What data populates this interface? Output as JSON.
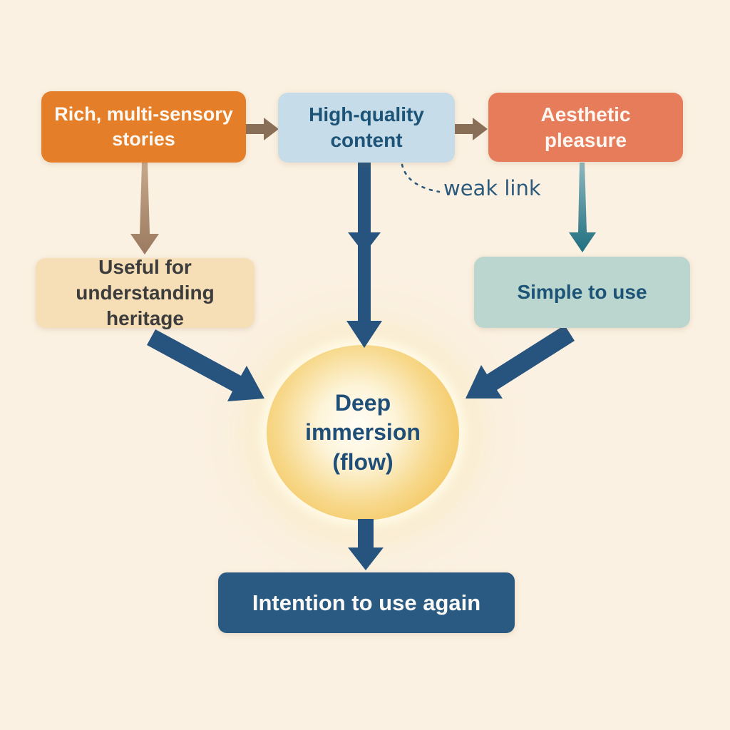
{
  "diagram": {
    "type": "flow-diagram",
    "description_visible_only": "causal flow diagram of immersion factors"
  },
  "colors": {
    "background": "#FBF1E2",
    "node_orange": "#E57E28",
    "node_lightblue": "#C6DDE9",
    "node_coral": "#E77C5B",
    "node_tan": "#F6DEB6",
    "node_teal_light": "#BAD6CE",
    "node_navy": "#2A5A82",
    "circle_gold": "#F2BE4C",
    "circle_gold_mid": "#F7D88A",
    "circle_center": "#FFFDF6",
    "text_dark_blue": "#1D5377",
    "text_dark": "#3C3C3C",
    "text_circle": "#1F4E78",
    "arrow_brown": "#8A6F58",
    "arrow_brown_light": "#C6A88B",
    "arrow_brown_dark": "#9B7A5F",
    "arrow_teal_light": "#8FB7BE",
    "arrow_teal_dark": "#1F6F80",
    "arrow_blue": "#27547E",
    "weak_link_color": "#2B5A7C"
  },
  "nodes": {
    "rich_stories": {
      "lines": [
        "Rich, multi-sensory",
        "stories"
      ]
    },
    "high_quality": {
      "lines": [
        "High-quality",
        "content"
      ]
    },
    "aesthetic": {
      "lines": [
        "Aesthetic",
        "pleasure"
      ]
    },
    "useful": {
      "lines": [
        "Useful for",
        "understanding heritage"
      ]
    },
    "simple": {
      "lines": [
        "Simple to use"
      ]
    },
    "deep_immersion": {
      "lines": [
        "Deep",
        "immersion",
        "(flow)"
      ]
    },
    "intention": {
      "lines": [
        "Intention to use again"
      ]
    }
  },
  "annotations": {
    "weak_link": "weak link"
  },
  "edges": [
    {
      "from": "rich_stories",
      "to": "high_quality",
      "color": "brown"
    },
    {
      "from": "high_quality",
      "to": "aesthetic",
      "color": "brown"
    },
    {
      "from": "rich_stories",
      "to": "useful",
      "color": "brown-gradient"
    },
    {
      "from": "high_quality",
      "to": "deep_immersion",
      "color": "blue",
      "annotation": "weak link"
    },
    {
      "from": "aesthetic",
      "to": "simple",
      "color": "teal-gradient"
    },
    {
      "from": "useful",
      "to": "deep_immersion",
      "color": "blue"
    },
    {
      "from": "simple",
      "to": "deep_immersion",
      "color": "blue"
    },
    {
      "from": "deep_immersion",
      "to": "intention",
      "color": "blue"
    }
  ]
}
